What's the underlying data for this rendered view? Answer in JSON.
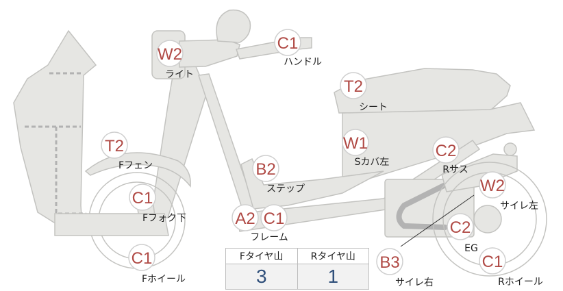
{
  "parts": [
    {
      "id": "light",
      "code": "W2",
      "label": "ライト"
    },
    {
      "id": "handle",
      "code": "C1",
      "label": "ハンドル"
    },
    {
      "id": "seat",
      "code": "T2",
      "label": "シート"
    },
    {
      "id": "side-cover",
      "code": "W1",
      "label": "Sカバ左"
    },
    {
      "id": "front-fender",
      "code": "T2",
      "label": "Fフェン"
    },
    {
      "id": "step",
      "code": "B2",
      "label": "ステップ"
    },
    {
      "id": "front-fork",
      "code": "C1",
      "label": "Fフォク下"
    },
    {
      "id": "frame-a",
      "code": "A2",
      "label": ""
    },
    {
      "id": "frame",
      "code": "C1",
      "label": "フレーム"
    },
    {
      "id": "front-wheel",
      "code": "C1",
      "label": "Fホイール"
    },
    {
      "id": "rear-suspension",
      "code": "C2",
      "label": "Rサス"
    },
    {
      "id": "muffler-left",
      "code": "W2",
      "label": "サイレ左"
    },
    {
      "id": "engine",
      "code": "C2",
      "label": "EG"
    },
    {
      "id": "muffler-right",
      "code": "B3",
      "label": "サイレ右"
    },
    {
      "id": "rear-wheel",
      "code": "C1",
      "label": "Rホイール"
    }
  ],
  "tire_tread": {
    "headers": [
      "Fタイヤ山",
      "Rタイヤ山"
    ],
    "values": [
      "3",
      "1"
    ]
  },
  "colors": {
    "code_text": "#b04a45",
    "value_text": "#2f4f7a",
    "part_fill": "#e6e6e3",
    "part_stroke": "#c3c3c0"
  }
}
